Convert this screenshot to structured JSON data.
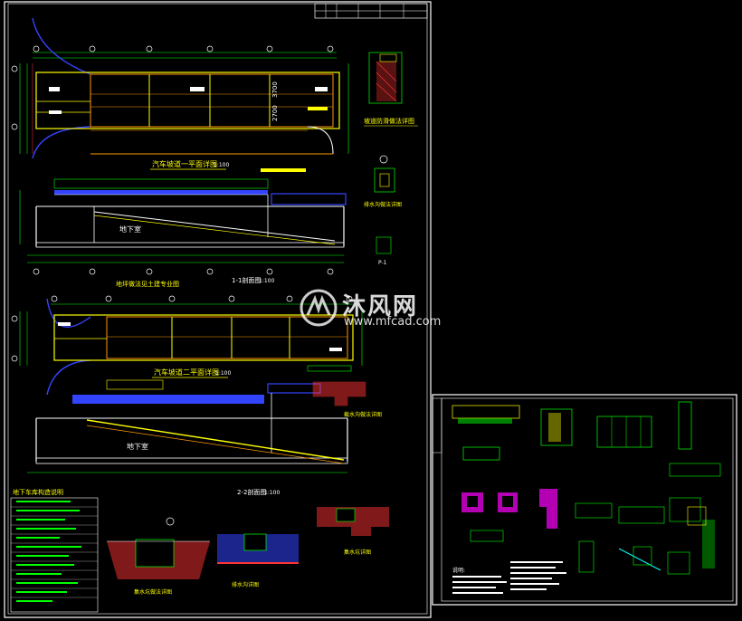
{
  "sheet1": {
    "plan1_title": "汽车坡道一平面详图",
    "plan1_scale": "1:100",
    "section1_title": "1-1剖面图",
    "section1_scale": "1:100",
    "plan2_title": "汽车坡道二平面详图",
    "plan2_scale": "1:100",
    "section2_title": "2-2剖面图",
    "section2_scale": "1:100",
    "basement_label": "地下室",
    "dim_3700": "3700",
    "dim_2700": "2700",
    "notes_title": "地下车库构造说明",
    "detail_titles": {
      "d1": "坡道防滑做法详图",
      "d2": "排水沟做法详图",
      "d3": "集水坑做法详图",
      "d4": "截水沟做法详图",
      "d5": "排水沟详图",
      "d6": "集水坑详图"
    },
    "legend_a": "P-1",
    "plan2_note": "地坪做法见土建专业图"
  },
  "sheet2": {
    "notes_head": "说明:"
  },
  "watermark": {
    "brand_cn": "沐风网",
    "url": "www.mfcad.com"
  },
  "colors": {
    "background": "#000000",
    "frame": "#ffffff",
    "yellow": "#ffff00",
    "orange": "#ff9900",
    "green": "#00ff00",
    "cyan": "#00ffff",
    "blue": "#3344ff",
    "magenta": "#ff00ff",
    "red": "#ff3333"
  }
}
